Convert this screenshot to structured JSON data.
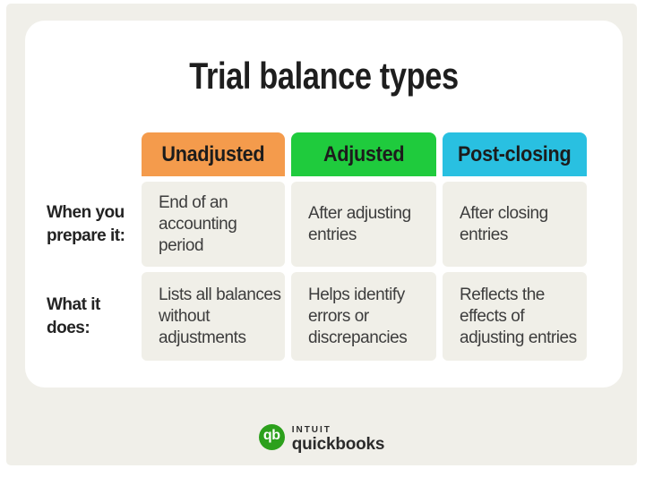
{
  "title": "Trial balance types",
  "table": {
    "columns": [
      {
        "label": "Unadjusted",
        "color": "#f49b4c"
      },
      {
        "label": "Adjusted",
        "color": "#1fcb3d"
      },
      {
        "label": "Post-closing",
        "color": "#29c0e1"
      }
    ],
    "rows": [
      {
        "label": [
          "When you",
          "prepare it:"
        ],
        "cells": [
          [
            "End of an",
            "accounting",
            "period"
          ],
          [
            "After adjusting",
            "entries"
          ],
          [
            "After closing",
            "entries"
          ]
        ]
      },
      {
        "label": [
          "What it",
          "does:"
        ],
        "cells": [
          [
            "Lists all balances",
            "without",
            "adjustments"
          ],
          [
            "Helps identify",
            "errors or",
            "discrepancies"
          ],
          [
            "Reflects the",
            "effects of",
            "adjusting entries"
          ]
        ]
      }
    ]
  },
  "logo": {
    "glyph": "qb",
    "brand_top": "INTUIT",
    "brand_bottom": "quickbooks",
    "circle_color": "#2ca01c"
  }
}
